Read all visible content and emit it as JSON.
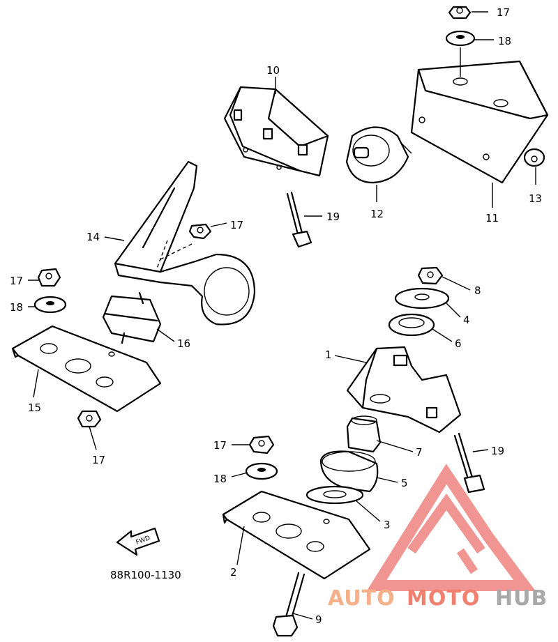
{
  "diagram": {
    "code": "88R100-1130",
    "fwd_label": "FWD",
    "callouts": [
      {
        "id": "c1",
        "text": "1"
      },
      {
        "id": "c2",
        "text": "2"
      },
      {
        "id": "c3",
        "text": "3"
      },
      {
        "id": "c4",
        "text": "4"
      },
      {
        "id": "c5",
        "text": "5"
      },
      {
        "id": "c6",
        "text": "6"
      },
      {
        "id": "c7",
        "text": "7"
      },
      {
        "id": "c8",
        "text": "8"
      },
      {
        "id": "c9",
        "text": "9"
      },
      {
        "id": "c10",
        "text": "10"
      },
      {
        "id": "c11",
        "text": "11"
      },
      {
        "id": "c12",
        "text": "12"
      },
      {
        "id": "c13",
        "text": "13"
      },
      {
        "id": "c14",
        "text": "14"
      },
      {
        "id": "c15",
        "text": "15"
      },
      {
        "id": "c16",
        "text": "16"
      },
      {
        "id": "c17a",
        "text": "17"
      },
      {
        "id": "c17b",
        "text": "17"
      },
      {
        "id": "c17c",
        "text": "17"
      },
      {
        "id": "c17d",
        "text": "17"
      },
      {
        "id": "c17e",
        "text": "17"
      },
      {
        "id": "c18a",
        "text": "18"
      },
      {
        "id": "c18b",
        "text": "18"
      },
      {
        "id": "c18c",
        "text": "18"
      },
      {
        "id": "c19a",
        "text": "19"
      },
      {
        "id": "c19b",
        "text": "19"
      }
    ]
  },
  "watermark": {
    "parts": [
      "AUTO",
      "MOTO",
      "HUB"
    ],
    "colors": {
      "auto": "#f5b08a",
      "moto": "#f08070",
      "hub": "#a9a9a9",
      "triangle": "#ef8a86"
    }
  }
}
